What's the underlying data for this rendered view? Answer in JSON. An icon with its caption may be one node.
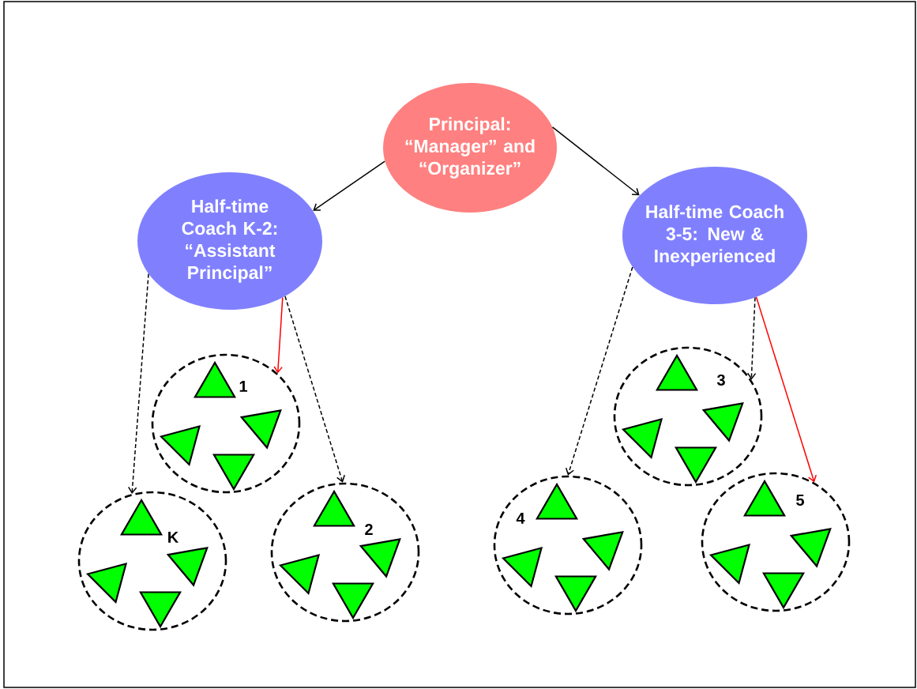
{
  "diagram": {
    "nodes": [
      {
        "text": [
          "Principal: “Manager” and “Organizer”"
        ]
      },
      {
        "text": [
          "Half-time Coach K-2: “Assistant Principal”"
        ]
      },
      {
        "text": [
          "Half-time Coach 3-5: New & Inexperienced"
        ]
      },
      {
        "text": [
          "1"
        ]
      },
      {
        "text": [
          "3"
        ]
      },
      {
        "text": [
          "K"
        ]
      },
      {
        "text": [
          "2"
        ]
      },
      {
        "text": [
          "4"
        ]
      },
      {
        "text": [
          "5"
        ]
      }
    ],
    "edges": [
      {
        "from": 0,
        "to": 1,
        "arrow": "to"
      },
      {
        "from": 0,
        "to": 2,
        "arrow": "to"
      },
      {
        "from": 1,
        "to": 5,
        "arrow": "to",
        "style": "dashed"
      },
      {
        "from": 1,
        "to": 3,
        "arrow": "to",
        "color": "#ff0000"
      },
      {
        "from": 1,
        "to": 6,
        "arrow": "to",
        "style": "dashed"
      },
      {
        "from": 2,
        "to": 7,
        "arrow": "to",
        "style": "dashed"
      },
      {
        "from": 2,
        "to": 4,
        "arrow": "to",
        "style": "dashed"
      },
      {
        "from": 2,
        "to": 8,
        "arrow": "to",
        "color": "#ff0000"
      }
    ]
  }
}
